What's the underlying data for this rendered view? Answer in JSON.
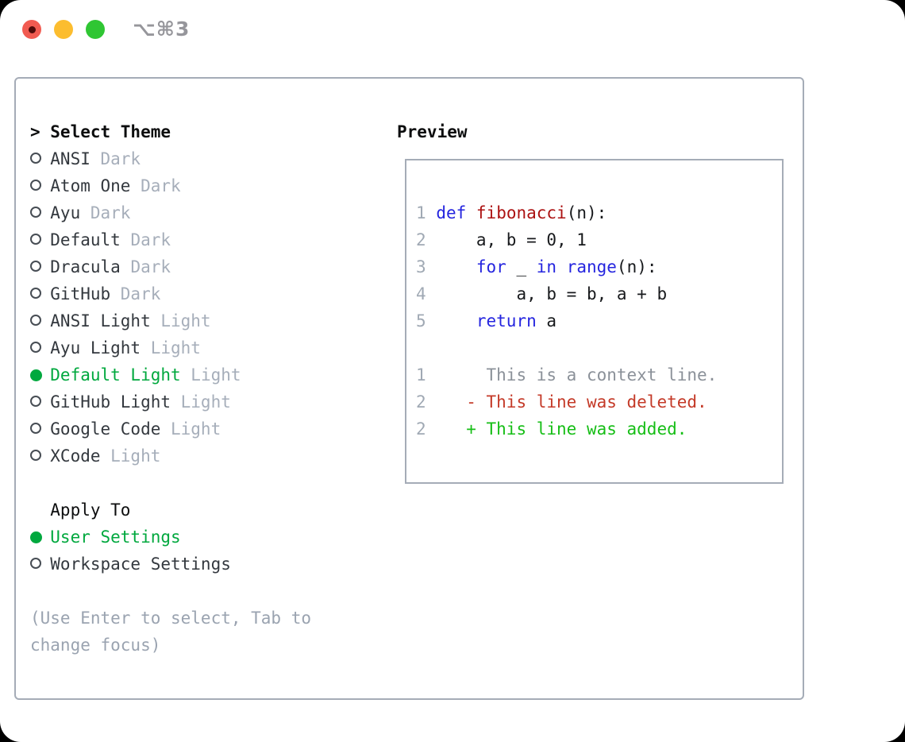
{
  "window": {
    "title": "⌥⌘3",
    "traffic_lights": [
      "close",
      "minimize",
      "zoom"
    ]
  },
  "theme_panel": {
    "heading": {
      "prefix": ">",
      "label": "Select Theme"
    },
    "items": [
      {
        "name": "ANSI",
        "tag": "Dark",
        "selected": false
      },
      {
        "name": "Atom One",
        "tag": "Dark",
        "selected": false
      },
      {
        "name": "Ayu",
        "tag": "Dark",
        "selected": false
      },
      {
        "name": "Default",
        "tag": "Dark",
        "selected": false
      },
      {
        "name": "Dracula",
        "tag": "Dark",
        "selected": false
      },
      {
        "name": "GitHub",
        "tag": "Dark",
        "selected": false
      },
      {
        "name": "ANSI Light",
        "tag": "Light",
        "selected": false
      },
      {
        "name": "Ayu Light",
        "tag": "Light",
        "selected": false
      },
      {
        "name": "Default Light",
        "tag": "Light",
        "selected": true
      },
      {
        "name": "GitHub Light",
        "tag": "Light",
        "selected": false
      },
      {
        "name": "Google Code",
        "tag": "Light",
        "selected": false
      },
      {
        "name": "XCode",
        "tag": "Light",
        "selected": false
      }
    ],
    "apply_to": {
      "heading": "Apply To",
      "options": [
        {
          "name": "User Settings",
          "selected": true
        },
        {
          "name": "Workspace Settings",
          "selected": false
        }
      ]
    },
    "hint": "(Use Enter to select, Tab to change focus)"
  },
  "preview": {
    "heading": "Preview",
    "lines": [
      [
        [
          "num",
          "1"
        ],
        [
          "plain",
          " "
        ],
        [
          "kw",
          "def"
        ],
        [
          "plain",
          " "
        ],
        [
          "fn",
          "fibonacci"
        ],
        [
          "plain",
          "(n):"
        ]
      ],
      [
        [
          "num",
          "2"
        ],
        [
          "plain",
          "     a, b = 0, 1"
        ]
      ],
      [
        [
          "num",
          "3"
        ],
        [
          "plain",
          "     "
        ],
        [
          "kw",
          "for"
        ],
        [
          "plain",
          " _ "
        ],
        [
          "kw",
          "in"
        ],
        [
          "plain",
          " "
        ],
        [
          "kw",
          "range"
        ],
        [
          "plain",
          "(n):"
        ]
      ],
      [
        [
          "num",
          "4"
        ],
        [
          "plain",
          "         a, b = b, a + b"
        ]
      ],
      [
        [
          "num",
          "5"
        ],
        [
          "plain",
          "     "
        ],
        [
          "kw",
          "return"
        ],
        [
          "plain",
          " a"
        ]
      ],
      [],
      [
        [
          "num",
          "1"
        ],
        [
          "ctx",
          "      This is a context line."
        ]
      ],
      [
        [
          "num",
          "2"
        ],
        [
          "del",
          "    - This line was deleted."
        ]
      ],
      [
        [
          "num",
          "2"
        ],
        [
          "add",
          "    + This line was added."
        ]
      ]
    ]
  },
  "colors": {
    "select-green": "#00a83e",
    "added-green": "#16be16",
    "deleted-red": "#c43a28",
    "kw-blue": "#2525df",
    "fn-red": "#ac1212",
    "num-gray": "#a0a9b4",
    "ctx-gray": "#8b9199",
    "tag-gray": "#a6aeba",
    "hint-gray": "#9aa3b0",
    "text-dark": "#33383e",
    "code-black": "#17191c",
    "border-gray": "#a5acb7",
    "title-gray": "#96969b",
    "ring-gray": "#474d54",
    "tl-red": "#f15b51",
    "tl-red-dot": "#4f0b09",
    "tl-yellow": "#fcbd2f",
    "tl-green": "#2fc633"
  }
}
